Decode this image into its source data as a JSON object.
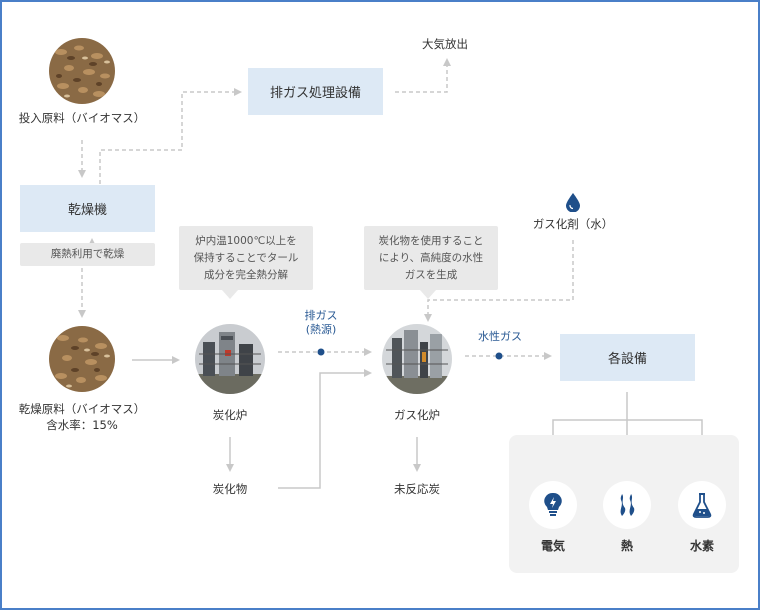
{
  "nodes": {
    "raw_material": "投入原料（バイオマス）",
    "exhaust_treatment": "排ガス処理設備",
    "atmosphere": "大気放出",
    "dryer": "乾燥機",
    "dryer_note": "廃熱利用で乾燥",
    "dried_material_line1": "乾燥原料（バイオマス）",
    "dried_material_line2": "含水率：15%",
    "carbonizer_note_line1": "炉内温1000℃以上を",
    "carbonizer_note_line2": "保持することでタール",
    "carbonizer_note_line3": "成分を完全熱分解",
    "carbonizer": "炭化炉",
    "char": "炭化物",
    "exhaust_gas_line1": "排ガス",
    "exhaust_gas_line2": "(熱源)",
    "gasifier_note_line1": "炭化物を使用すること",
    "gasifier_note_line2": "により、高純度の水性",
    "gasifier_note_line3": "ガスを生成",
    "gasifying_agent": "ガス化剤（水）",
    "gasifier": "ガス化炉",
    "unreacted_char": "未反応炭",
    "water_gas": "水性ガス",
    "facilities": "各設備"
  },
  "outputs": [
    {
      "label": "電気",
      "icon": "lightbulb-icon"
    },
    {
      "label": "熱",
      "icon": "flame-icon"
    },
    {
      "label": "水素",
      "icon": "flask-icon"
    }
  ],
  "colors": {
    "frame": "#4a7fc8",
    "box_fill": "#dde9f5",
    "note_fill": "#e9e9e9",
    "accent": "#2a5a94",
    "arrow": "#c8c8c8",
    "panel": "#f2f2f2"
  }
}
